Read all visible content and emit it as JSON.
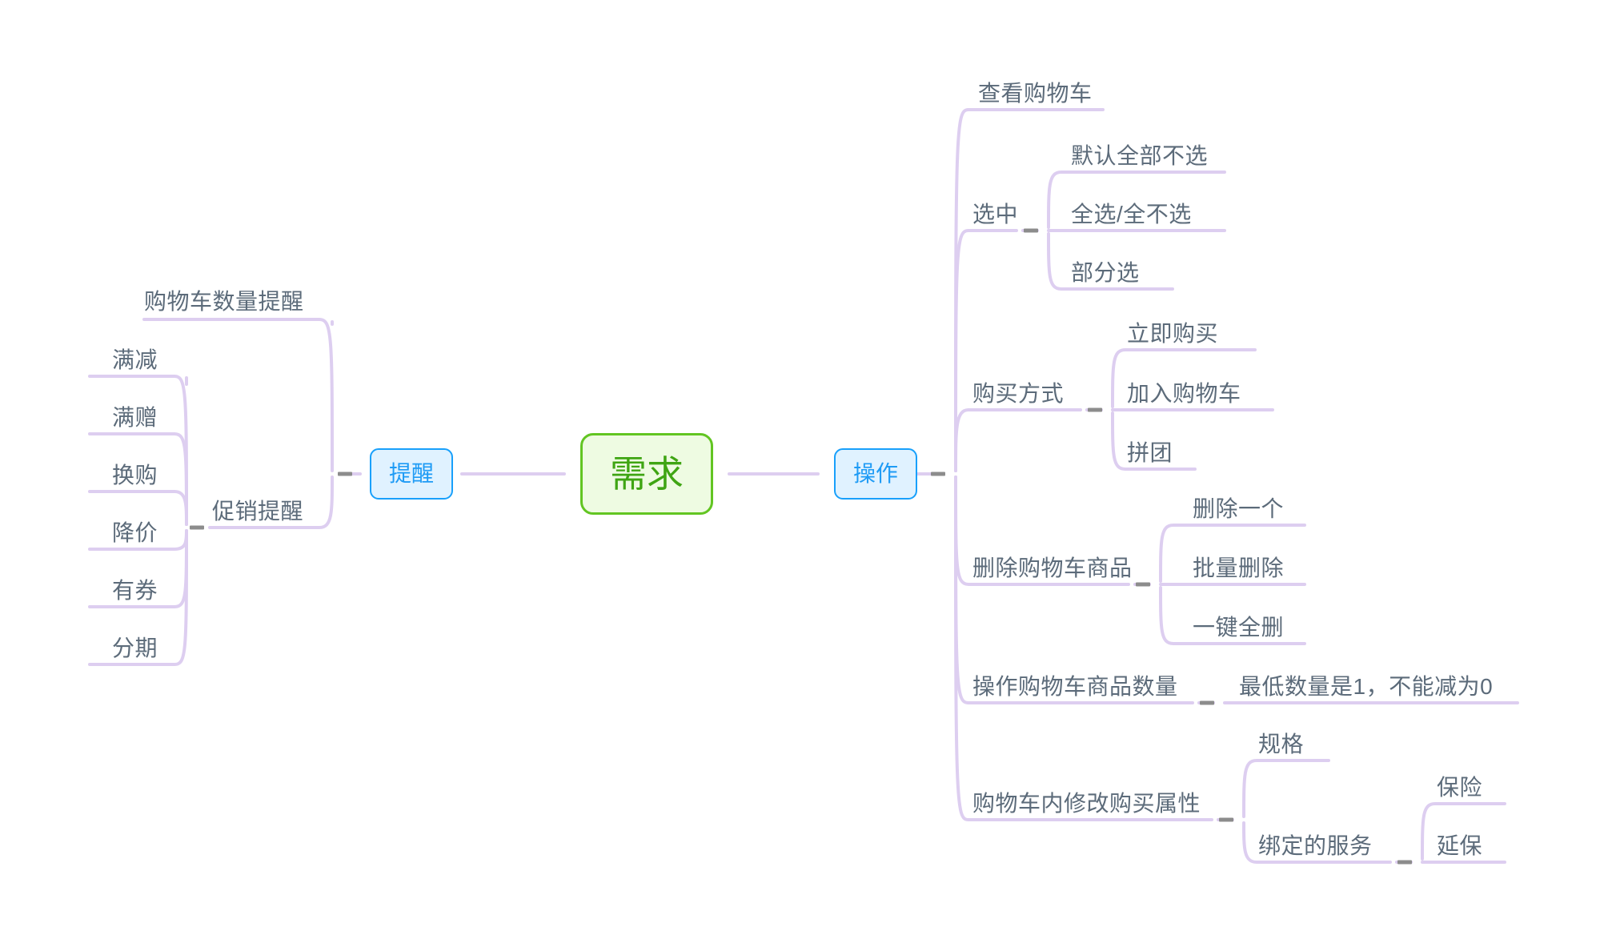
{
  "meta": {
    "kind": "mindmap",
    "background": "#ffffff",
    "line_color": "#ddcef0",
    "text_color": "#5c6b7a",
    "root_border": "#62c522",
    "root_fill": "#eefbe2",
    "root_text": "#3fa513",
    "branch_border": "#18a0fb",
    "branch_fill": "#e0f2ff",
    "branch_text": "#1e9bf5",
    "handle_color": "#8c8c8c"
  },
  "root": {
    "label": "需求"
  },
  "branches": [
    {
      "id": "tixing",
      "label": "提醒",
      "side": "left"
    },
    {
      "id": "caozuo",
      "label": "操作",
      "side": "right"
    }
  ],
  "topics": {
    "gouwuche_shuliang_tixing": "购物车数量提醒",
    "cuxiao_tixing": "促销提醒",
    "manjian": "满减",
    "manzeng": "满赠",
    "huangou": "换购",
    "jiangjia": "降价",
    "youquan": "有券",
    "fenqi": "分期",
    "chakan_gouwuche": "查看购物车",
    "xuanzhong": "选中",
    "moren_quanbu_buxuan": "默认全部不选",
    "quanxuan_quanbuxuan": "全选/全不选",
    "bufenxuan": "部分选",
    "goumai_fangshi": "购买方式",
    "liji_goumai": "立即购买",
    "jiaru_gouwuche": "加入购物车",
    "pintuan": "拼团",
    "shanchu_gouwuche_shangpin": "删除购物车商品",
    "shanchu_yige": "删除一个",
    "piliang_shanchu": "批量删除",
    "yijian_quanshan": "一键全删",
    "caozuo_shangpin_shuliang": "操作购物车商品数量",
    "zuidi_shuliang": "最低数量是1，不能减为0",
    "gouwuche_xiugai_shuxing": "购物车内修改购买属性",
    "guige": "规格",
    "bangding_de_fuwu": "绑定的服务",
    "baoxian": "保险",
    "yanbao": "延保"
  }
}
